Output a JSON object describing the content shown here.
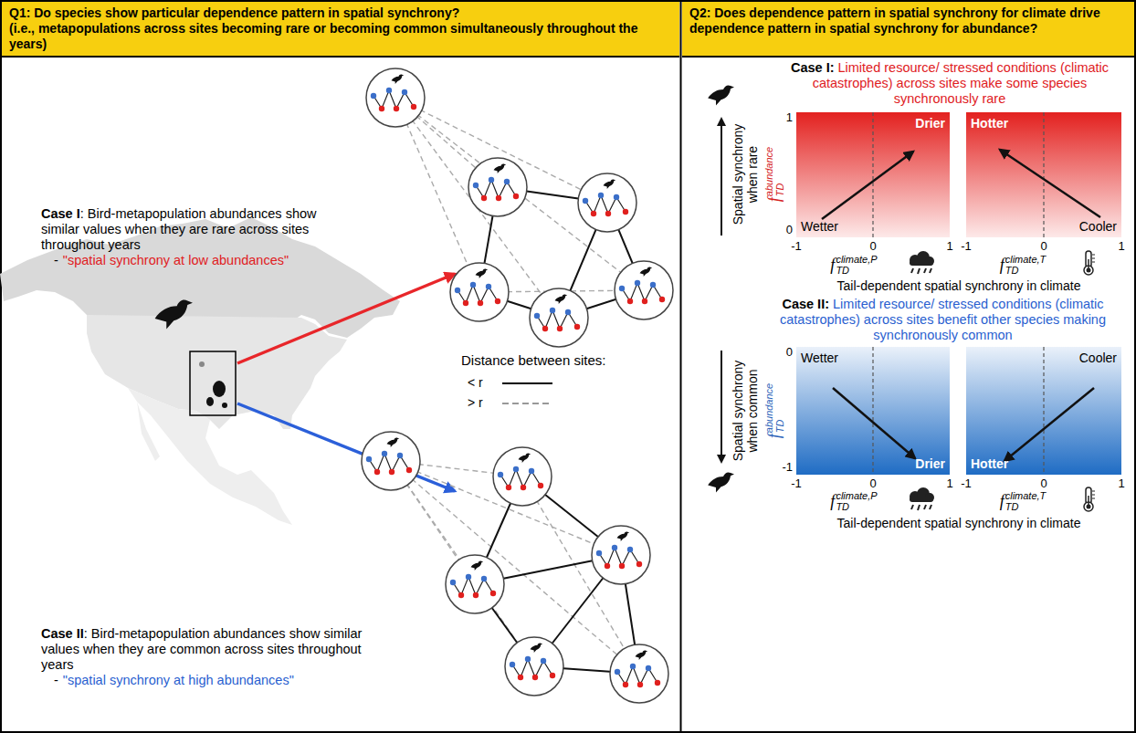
{
  "diagram": {
    "nodes": [
      {
        "text": [
          "Q1: Do species show particular dependence pattern in spatial synchrony?",
          "(i.e., metapopulations across sites becoming rare or becoming common simultaneously throughout the years)"
        ]
      },
      {
        "text": [
          "Q2: Does dependence pattern in spatial synchrony for climate drive dependence pattern in spatial synchrony for abundance?"
        ]
      },
      {
        "text": [
          "Drier",
          "Wetter"
        ]
      },
      {
        "text": [
          "Hotter",
          "Cooler"
        ]
      },
      {
        "text": [
          "Wetter",
          "Drier"
        ]
      },
      {
        "text": [
          "Cooler",
          "Hotter"
        ]
      }
    ],
    "labels": [
      "Case I",
      ": Bird-metapopulation abundances show similar values when they are rare across sites throughout years",
      "-",
      "\"spatial synchrony at low abundances\"",
      "Distance between sites:",
      "Case II",
      ": Bird-metapopulation abundances show similar values when they are common across sites throughout years",
      "-",
      "\"spatial synchrony at high abundances\"",
      "Case I:",
      "Limited resource/ stressed conditions (climatic catastrophes) across sites make some species synchronously rare",
      "Spatial synchrony when rare",
      "f",
      "abundance",
      "TD",
      "1",
      "0",
      "-1",
      "0",
      "1",
      "-1",
      "0",
      "1",
      "f",
      "climate,P",
      "TD",
      "f",
      "climate,T",
      "TD",
      "Tail-dependent spatial synchrony in climate",
      "Case II:",
      "Limited resource/ stressed conditions (climatic catastrophes) across sites benefit other species making synchronously common",
      "Spatial synchrony when common",
      "f",
      "abundance",
      "TD",
      "0",
      "-1",
      "-1",
      "0",
      "1",
      "-1",
      "0",
      "1",
      "f",
      "climate,P",
      "TD",
      "f",
      "climate,T",
      "TD",
      "Tail-dependent spatial synchrony in climate"
    ],
    "legend": [
      {
        "text": "< r"
      },
      {
        "text": "> r"
      }
    ]
  }
}
